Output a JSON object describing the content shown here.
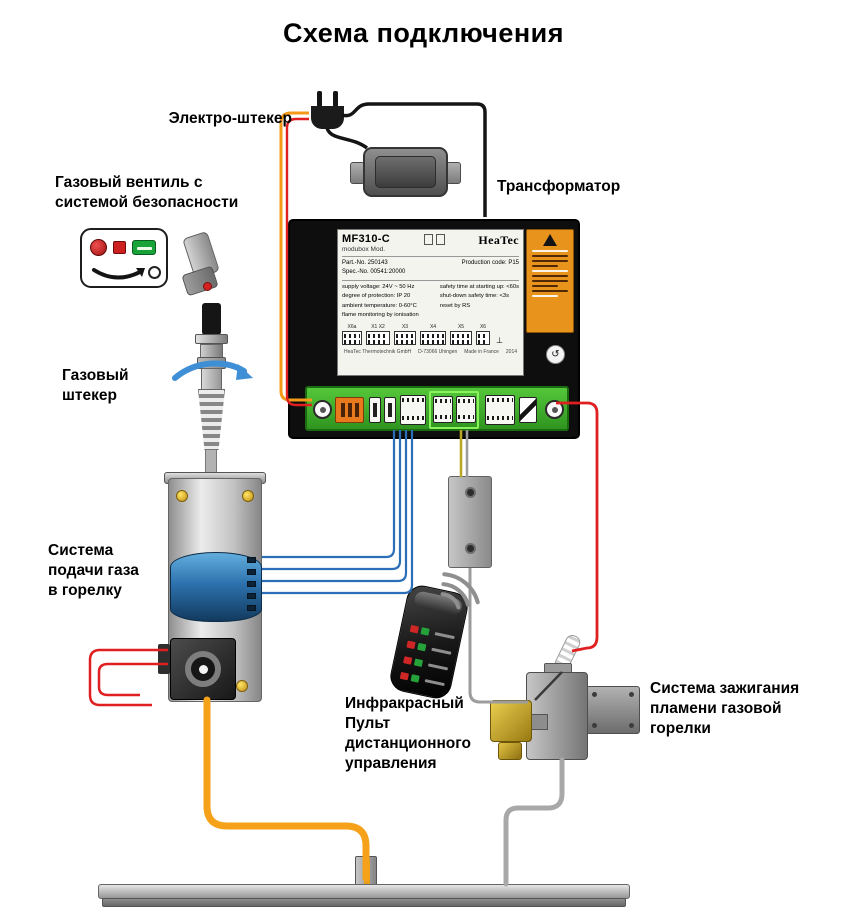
{
  "title": "Схема подключения",
  "labels": {
    "electro_plug": "Электро-штекер",
    "transformer": "Трансформатор",
    "gas_valve": "Газовый вентиль с\nсистемой безопасности",
    "gas_plug": "Газовый\nштекер",
    "gas_supply": "Система\nподачи газа\nв горелку",
    "remote": "Инфракрасный\nПульт\nдистанционного\nуправления",
    "ignition": "Система зажигания\nпламени газовой\nгорелки"
  },
  "control_unit": {
    "model": "MF310-C",
    "series": "modubox  Mod.",
    "brand": "HeaTec",
    "part_no": "Part.-No. 250143",
    "spec_no": "Spec.-No. 00541:20000",
    "production_code": "Production code: P15",
    "specs_left": [
      "supply voltage: 24V ~ 50 Hz",
      "degree of protection: IP 20",
      "ambient temperature: 0-60°C",
      "flame monitoring by ionisation"
    ],
    "specs_right": [
      "safety time at starting up: <60s",
      "shut-down safety time: <3s",
      "reset by RS"
    ],
    "terminal_group_label": "X6a",
    "terminal_labels": [
      "X1 X2",
      "X3",
      "X4",
      "X5",
      "X6"
    ],
    "footer": "HeaTec Thermotechnik GmbH     D-73066 Uhingen     Made in France     2014"
  },
  "colors": {
    "wire_orange": "#f59a18",
    "wire_red": "#e02020",
    "wire_blue": "#2a6fb8",
    "wire_gray": "#9c9c9c",
    "wire_olive": "#b9a623",
    "terminal_strip_green": "#3fae2a",
    "warning_label_orange": "#e8931c"
  }
}
